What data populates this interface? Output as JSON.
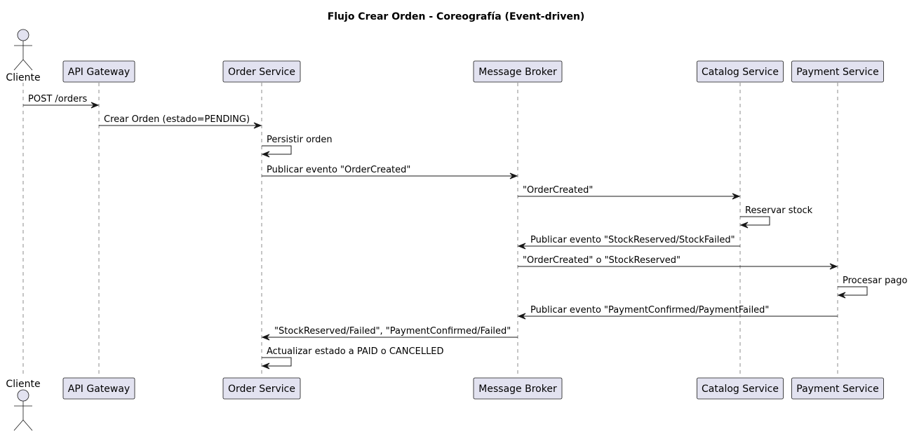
{
  "title": "Flujo Crear Orden - Coreografía (Event-driven)",
  "participants": [
    {
      "label": "Cliente",
      "kind": "actor"
    },
    {
      "label": "API Gateway",
      "kind": "box"
    },
    {
      "label": "Order Service",
      "kind": "box"
    },
    {
      "label": "Message Broker",
      "kind": "box"
    },
    {
      "label": "Catalog Service",
      "kind": "box"
    },
    {
      "label": "Payment Service",
      "kind": "box"
    }
  ],
  "messages": [
    {
      "from": 0,
      "to": 1,
      "label": "POST /orders"
    },
    {
      "from": 1,
      "to": 2,
      "label": "Crear Orden (estado=PENDING)"
    },
    {
      "from": 2,
      "to": 2,
      "label": "Persistir orden"
    },
    {
      "from": 2,
      "to": 3,
      "label": "Publicar evento \"OrderCreated\""
    },
    {
      "from": 3,
      "to": 4,
      "label": "\"OrderCreated\""
    },
    {
      "from": 4,
      "to": 4,
      "label": "Reservar stock"
    },
    {
      "from": 4,
      "to": 3,
      "label": "Publicar evento \"StockReserved/StockFailed\""
    },
    {
      "from": 3,
      "to": 5,
      "label": "\"OrderCreated\" o \"StockReserved\""
    },
    {
      "from": 5,
      "to": 5,
      "label": "Procesar pago"
    },
    {
      "from": 5,
      "to": 3,
      "label": "Publicar evento \"PaymentConfirmed/PaymentFailed\""
    },
    {
      "from": 3,
      "to": 2,
      "label": "\"StockReserved/Failed\", \"PaymentConfirmed/Failed\""
    },
    {
      "from": 2,
      "to": 2,
      "label": "Actualizar estado a PAID o CANCELLED"
    }
  ],
  "colors": {
    "participant_fill": "#E2E2F0",
    "line": "#181818",
    "background": "#FFFFFF"
  }
}
